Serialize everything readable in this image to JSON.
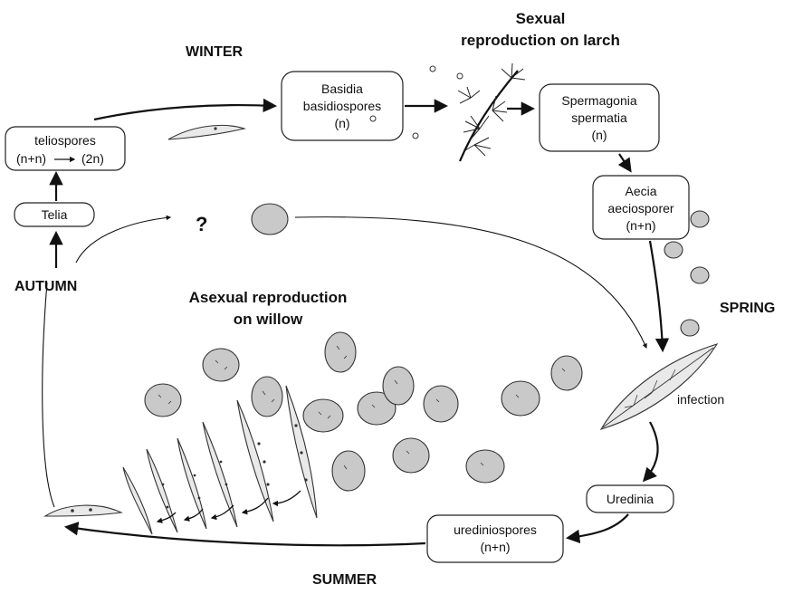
{
  "seasons": {
    "winter": "WINTER",
    "spring": "SPRING",
    "summer": "SUMMER",
    "autumn": "AUTUMN"
  },
  "headings": {
    "sexual_line1": "Sexual",
    "sexual_line2": "reproduction on larch",
    "asexual_line1": "Asexual reproduction",
    "asexual_line2": "on willow"
  },
  "stages": {
    "teliospores": {
      "line1": "teliospores",
      "line2a": "(n+n)",
      "line2b": "(2n)"
    },
    "telia": {
      "line1": "Telia"
    },
    "basidia": {
      "line1": "Basidia",
      "line2": "basidiospores",
      "line3": "(n)"
    },
    "spermagonia": {
      "line1": "Spermagonia",
      "line2": "spermatia",
      "line3": "(n)"
    },
    "aecia": {
      "line1": "Aecia",
      "line2": "aeciosporer",
      "line3": "(n+n)"
    },
    "uredinia": {
      "line1": "Uredinia"
    },
    "urediniospores": {
      "line1": "urediniospores",
      "line2": "(n+n)"
    }
  },
  "annotations": {
    "infection": "infection",
    "unknown": "?"
  }
}
